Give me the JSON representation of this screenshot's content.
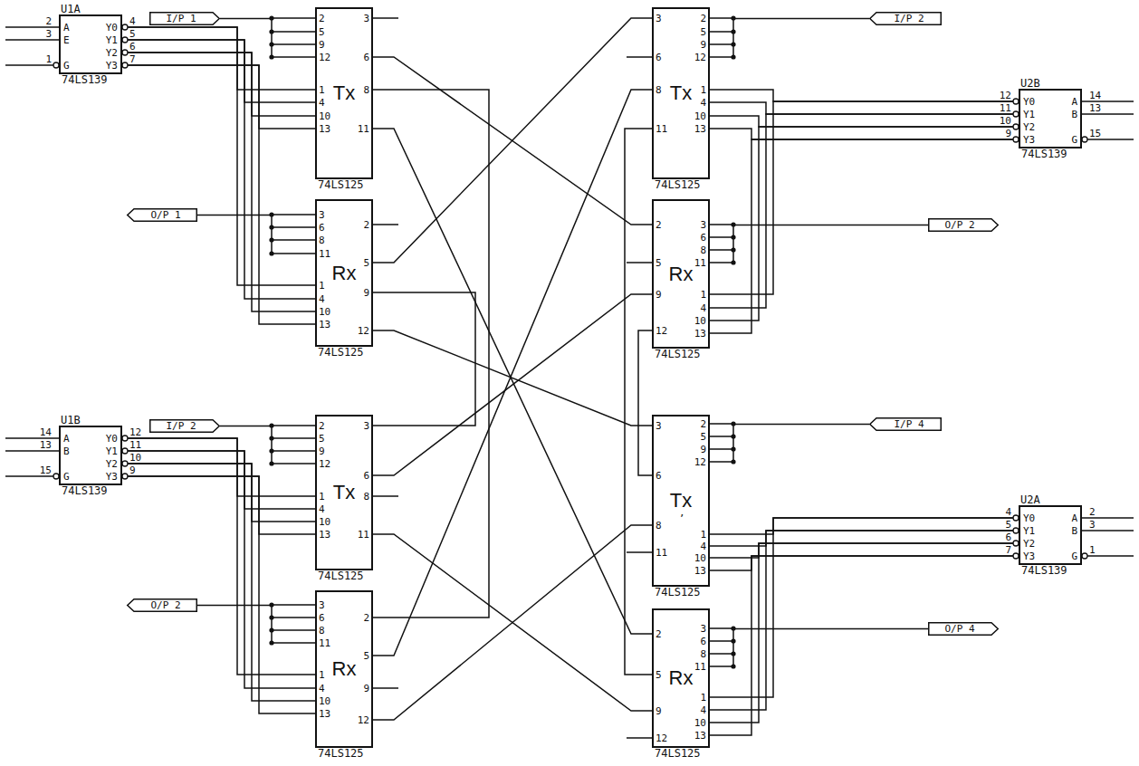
{
  "diagram": {
    "nodes": [
      {
        "text": [
          "I/P 1"
        ]
      },
      {
        "text": [
          "U1A",
          "74LS139"
        ]
      },
      {
        "text": [
          "Tx",
          "74LS125"
        ]
      },
      {
        "text": [
          "Tx",
          "74LS125"
        ]
      },
      {
        "text": [
          "I/P 2"
        ]
      },
      {
        "text": [
          "U2B",
          "74LS139"
        ]
      },
      {
        "text": [
          "O/P 1"
        ]
      },
      {
        "text": [
          "Rx",
          "74LS125"
        ]
      },
      {
        "text": [
          "Rx",
          "74LS125"
        ]
      },
      {
        "text": [
          "O/P 2"
        ]
      },
      {
        "text": [
          "I/P 2"
        ]
      },
      {
        "text": [
          "U1B",
          "74LS139"
        ]
      },
      {
        "text": [
          "Tx",
          "74LS125"
        ]
      },
      {
        "text": [
          "Tx",
          "74LS125"
        ]
      },
      {
        "text": [
          "I/P 4"
        ]
      },
      {
        "text": [
          "U2A",
          "74LS139"
        ]
      },
      {
        "text": [
          "O/P 2"
        ]
      },
      {
        "text": [
          "Rx",
          "74LS125"
        ]
      },
      {
        "text": [
          "Rx",
          "74LS125"
        ]
      },
      {
        "text": [
          "O/P 4"
        ]
      }
    ],
    "edges": [
      {
        "from": 0,
        "to": 2,
        "arrow": "none"
      },
      {
        "from": 4,
        "to": 3,
        "arrow": "none"
      },
      {
        "from": 7,
        "to": 6,
        "arrow": "none"
      },
      {
        "from": 8,
        "to": 9,
        "arrow": "none"
      },
      {
        "from": 10,
        "to": 12,
        "arrow": "none"
      },
      {
        "from": 14,
        "to": 13,
        "arrow": "none"
      },
      {
        "from": 17,
        "to": 16,
        "arrow": "none"
      },
      {
        "from": 18,
        "to": 19,
        "arrow": "none"
      },
      {
        "from": 1,
        "to": 2,
        "arrow": "none"
      },
      {
        "from": 1,
        "to": 7,
        "arrow": "none"
      },
      {
        "from": 5,
        "to": 3,
        "arrow": "none"
      },
      {
        "from": 5,
        "to": 8,
        "arrow": "none"
      },
      {
        "from": 11,
        "to": 12,
        "arrow": "none"
      },
      {
        "from": 11,
        "to": 17,
        "arrow": "none"
      },
      {
        "from": 15,
        "to": 13,
        "arrow": "none"
      },
      {
        "from": 15,
        "to": 18,
        "arrow": "none"
      },
      {
        "from": 2,
        "to": 8,
        "arrow": "none"
      },
      {
        "from": 2,
        "to": 17,
        "arrow": "none"
      },
      {
        "from": 2,
        "to": 18,
        "arrow": "none"
      },
      {
        "from": 3,
        "to": 7,
        "arrow": "none"
      },
      {
        "from": 12,
        "to": 7,
        "arrow": "none"
      },
      {
        "from": 13,
        "to": 7,
        "arrow": "none"
      },
      {
        "from": 12,
        "to": 8,
        "arrow": "none"
      },
      {
        "from": 12,
        "to": 18,
        "arrow": "none"
      },
      {
        "from": 3,
        "to": 17,
        "arrow": "none"
      },
      {
        "from": 13,
        "to": 17,
        "arrow": "none"
      },
      {
        "from": 13,
        "to": 8,
        "arrow": "none"
      },
      {
        "from": 3,
        "to": 18,
        "arrow": "none"
      }
    ],
    "labels": [
      "2",
      "3",
      "1",
      "A",
      "E",
      "G",
      "Y0",
      "Y1",
      "Y2",
      "Y3",
      "4",
      "5",
      "6",
      "7",
      "2",
      "5",
      "9",
      "12",
      "1",
      "4",
      "10",
      "13",
      "3",
      "6",
      "8",
      "11",
      "3",
      "6",
      "8",
      "11",
      "2",
      "5",
      "9",
      "12",
      "1",
      "4",
      "10",
      "13",
      "14",
      "13",
      "15",
      "A",
      "B",
      "G",
      "Y0",
      "Y1",
      "Y2",
      "Y3",
      "12",
      "11",
      "10",
      "9",
      "3",
      "6",
      "8",
      "11",
      "1",
      "4",
      "10",
      "13",
      "2",
      "5",
      "9",
      "12",
      "2",
      "5",
      "9",
      "12",
      "3",
      "6",
      "8",
      "11",
      "1",
      "4",
      "10",
      "13",
      "14",
      "13",
      "15",
      "A",
      "B",
      "G",
      "Y0",
      "Y1",
      "Y2",
      "Y3",
      "12",
      "11",
      "10",
      "9",
      "2",
      "5",
      "9",
      "12",
      "1",
      "4",
      "10",
      "13",
      "3",
      "6",
      "8",
      "11",
      "3",
      "6",
      "8",
      "11",
      "2",
      "5",
      "9",
      "12",
      "1",
      "4",
      "10",
      "13",
      "2",
      "3",
      "1",
      "A",
      "B",
      "G",
      "Y0",
      "Y1",
      "Y2",
      "Y3",
      "4",
      "5",
      "6",
      "7",
      "3",
      "6",
      "8",
      "11",
      "1",
      "4",
      "10",
      "13",
      "2",
      "5",
      "9",
      "12",
      "2",
      "5",
      "9",
      "12",
      "3",
      "6",
      "8",
      "11",
      "1",
      "4",
      "10",
      "13",
      ","
    ]
  }
}
